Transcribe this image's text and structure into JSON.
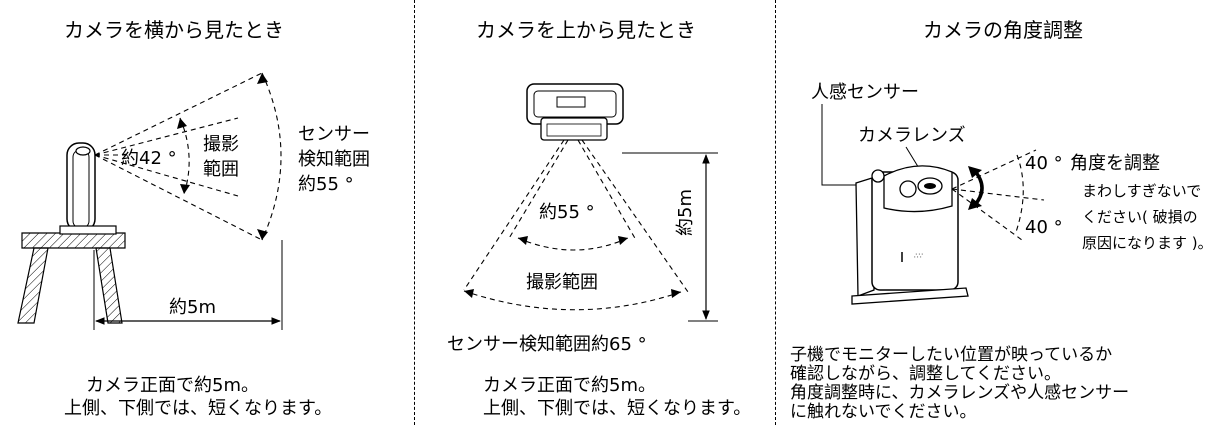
{
  "panel_side": {
    "title": "カメラを横から見たとき",
    "shooting_range": [
      "撮影",
      "範囲"
    ],
    "angle_label": "約42 °",
    "sensor_range": [
      "センサー",
      "検知範囲",
      "約55 °"
    ],
    "distance_label": "約5m",
    "caption": [
      "カメラ正面で約5m。",
      "上側、下側では、短くなります。"
    ]
  },
  "panel_top": {
    "title": "カメラを上から見たとき",
    "angle_label": "約55 °",
    "shooting_range": "撮影範囲",
    "distance_label": "約5m",
    "sensor_range": "センサー検知範囲約65 °",
    "caption": [
      "カメラ正面で約5m。",
      "上側、下側では、短くなります。"
    ]
  },
  "panel_adjust": {
    "title": "カメラの角度調整",
    "motion_sensor": "人感センサー",
    "camera_lens": "カメラレンズ",
    "angle_up": "40 °",
    "angle_adjust": "角度を調整",
    "warning": [
      "まわしすぎないで",
      "ください( 破損の",
      "原因になります )。"
    ],
    "angle_down": "40 °",
    "instructions": [
      "子機でモニターしたい位置が映っているか",
      "確認しながら、調整してください。",
      "角度調整時に、カメラレンズや人感センサー",
      "に触れないでください。"
    ]
  }
}
